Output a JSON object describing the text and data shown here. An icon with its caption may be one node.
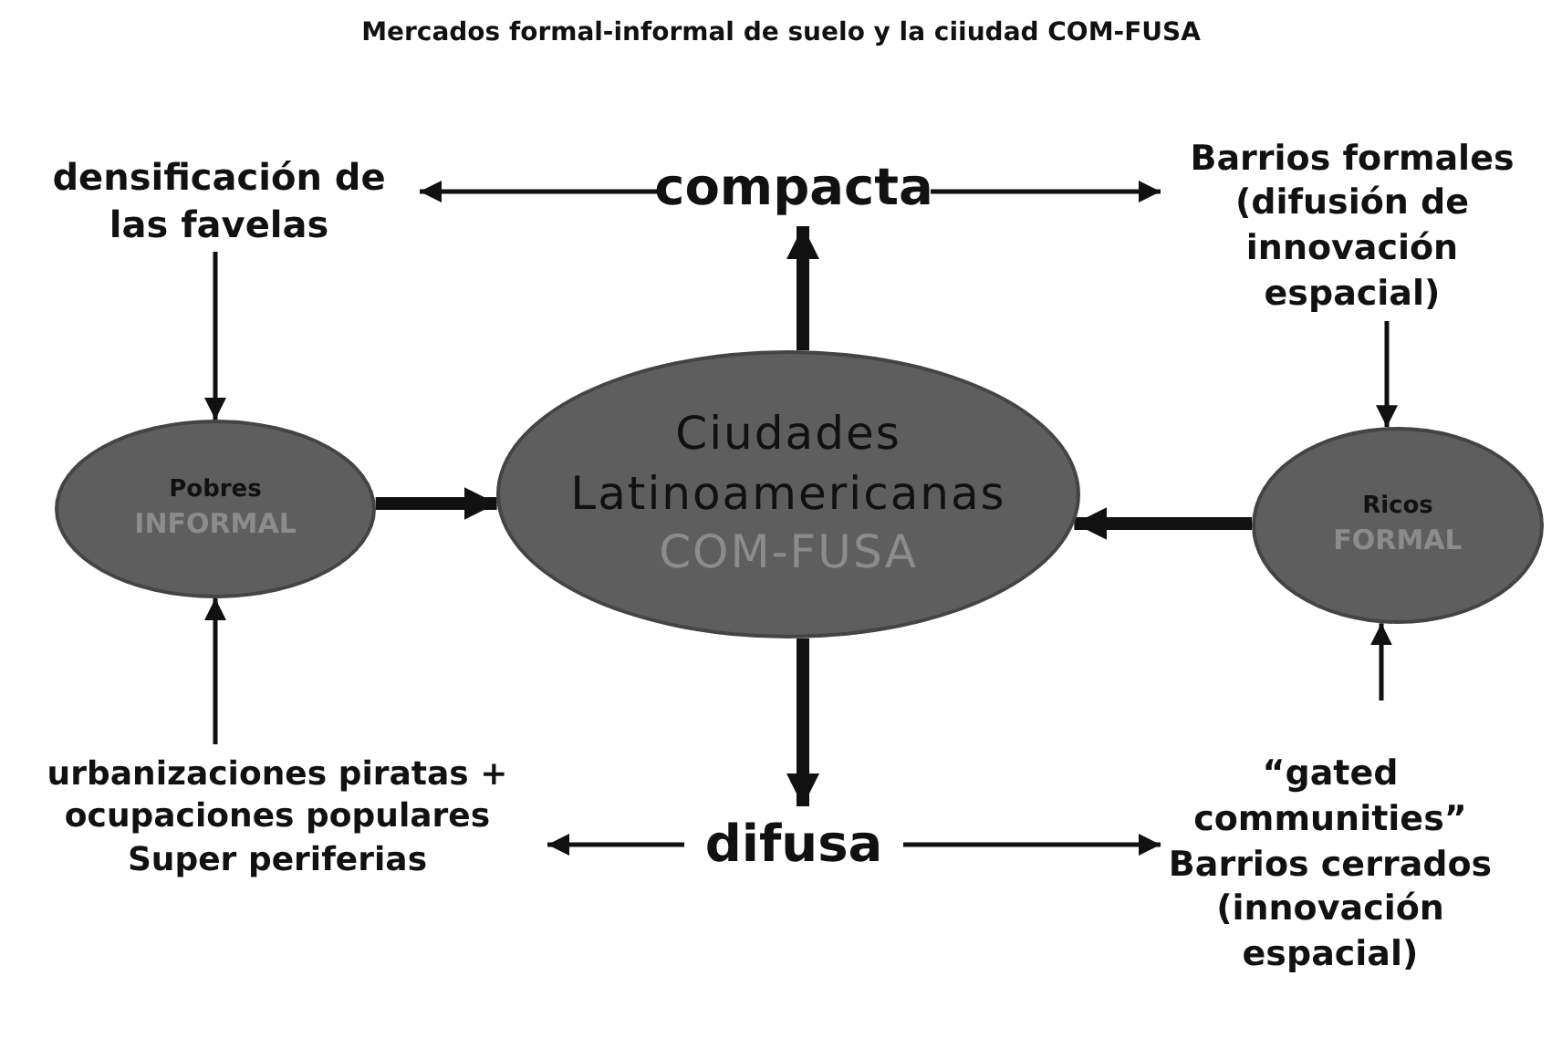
{
  "diagram": {
    "title": "Mercados formal-informal de suelo y la ciiudad COM-FUSA",
    "nodes": [
      {
        "text": [
          "densificación de las favelas"
        ]
      },
      {
        "text": [
          "compacta"
        ]
      },
      {
        "text": [
          "Barrios formales (difusión de innovación espacial)"
        ]
      },
      {
        "text": [
          "Pobres",
          "INFORMAL"
        ]
      },
      {
        "text": [
          "Ciudades Latinoamericanas",
          "COM-FUSA"
        ]
      },
      {
        "text": [
          "Ricos",
          "FORMAL"
        ]
      },
      {
        "text": [
          "urbanizaciones piratas + ocupaciones populares Super periferias"
        ]
      },
      {
        "text": [
          "difusa"
        ]
      },
      {
        "text": [
          "“gated communities” Barrios cerrados (innovación espacial)"
        ]
      }
    ],
    "edges": [
      {
        "from": 1,
        "to": 0,
        "arrow": "to"
      },
      {
        "from": 1,
        "to": 2,
        "arrow": "to"
      },
      {
        "from": 4,
        "to": 1,
        "arrow": "to",
        "style": "thick"
      },
      {
        "from": 0,
        "to": 3,
        "arrow": "to"
      },
      {
        "from": 6,
        "to": 3,
        "arrow": "to"
      },
      {
        "from": 3,
        "to": 4,
        "arrow": "to",
        "style": "thick"
      },
      {
        "from": 2,
        "to": 5,
        "arrow": "to"
      },
      {
        "from": 8,
        "to": 5,
        "arrow": "to"
      },
      {
        "from": 5,
        "to": 4,
        "arrow": "to",
        "style": "thick"
      },
      {
        "from": 4,
        "to": 7,
        "arrow": "to",
        "style": "thick"
      },
      {
        "from": 7,
        "to": 6,
        "arrow": "to"
      },
      {
        "from": 7,
        "to": 8,
        "arrow": "to"
      }
    ]
  }
}
